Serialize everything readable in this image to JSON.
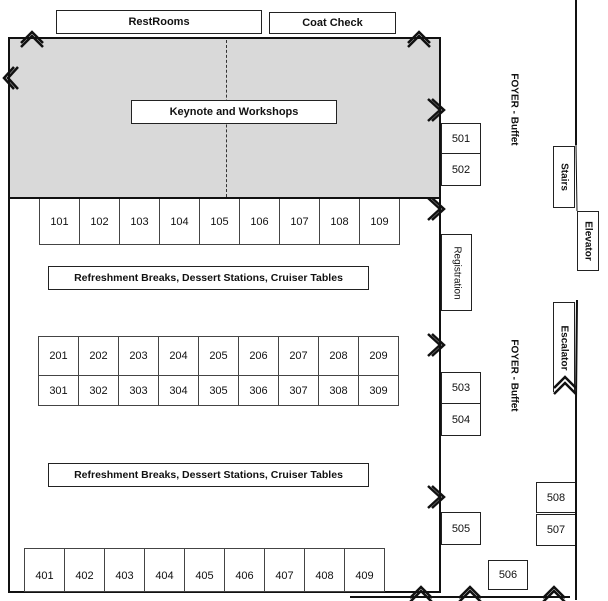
{
  "top": {
    "restrooms": "RestRooms",
    "coat_check": "Coat Check"
  },
  "keynote": "Keynote and Workshops",
  "foyer_top": "FOYER - Buffet",
  "foyer_bottom": "FOYER - Buffet",
  "stairs": "Stairs",
  "elevator": "Elevator",
  "escalator": "Escalator",
  "registration": "Registration",
  "refreshment_1": "Refreshment Breaks, Dessert Stations, Cruiser Tables",
  "refreshment_2": "Refreshment Breaks, Dessert Stations, Cruiser Tables",
  "rows": {
    "r100": [
      "101",
      "102",
      "103",
      "104",
      "105",
      "106",
      "107",
      "108",
      "109"
    ],
    "r200": [
      "201",
      "202",
      "203",
      "204",
      "205",
      "206",
      "207",
      "208",
      "209"
    ],
    "r300": [
      "301",
      "302",
      "303",
      "304",
      "305",
      "306",
      "307",
      "308",
      "309"
    ],
    "r400": [
      "401",
      "402",
      "403",
      "404",
      "405",
      "406",
      "407",
      "408",
      "409"
    ]
  },
  "side": {
    "b501": "501",
    "b502": "502",
    "b503": "503",
    "b504": "504",
    "b505": "505",
    "b506": "506",
    "b507": "507",
    "b508": "508"
  }
}
